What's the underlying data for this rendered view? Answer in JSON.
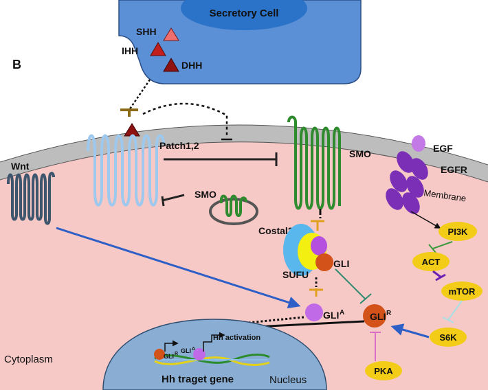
{
  "panel_label": "B",
  "secretory_cell": {
    "title": "Secretory Cell",
    "ligands": [
      "SHH",
      "IHH",
      "DHH"
    ]
  },
  "receptors": {
    "patch": "Patch1,2",
    "smo_membrane": "SMO",
    "smo_vesicle": "SMO",
    "wnt": "Wnt",
    "egf": "EGF",
    "egfr": "EGFR",
    "membrane": "Membrane"
  },
  "complex": {
    "costal2": "Costal2",
    "sufu": "SUFU",
    "gli": "GLI",
    "gli_active": "GLI",
    "gli_active_sup": "A",
    "gli_repressor": "GLI",
    "gli_repressor_sup": "R"
  },
  "pathway": {
    "pi3k": "PI3K",
    "act": "ACT",
    "mtor": "mTOR",
    "s6k": "S6K",
    "pka": "PKA"
  },
  "nucleus": {
    "label": "Nucleus",
    "gene": "Hh traget gene",
    "activation": "Hh activation",
    "gli_r": "GLI",
    "gli_r_sup": "R",
    "gli_a": "GLI",
    "gli_a_sup": "A"
  },
  "cytoplasm": "Cytoplasm",
  "colors": {
    "secretory": "#5b8fd6",
    "secretory_nucleus": "#2a73c9",
    "cytoplasm": "#f6c8c6",
    "membrane": "#b9b9b9",
    "nucleus": "#8aaed3",
    "patch": "#9ec9ee",
    "smo": "#2e8b2e",
    "wnt": "#3d566e",
    "egfr": "#7a2fb6",
    "pathway_node": "#f2cc17",
    "gli_orange": "#d2521a",
    "gli_purple": "#c06ae8",
    "sufu_blue": "#5ab7ee",
    "ligand_shh": "#ef6f6f",
    "ligand_ihh": "#c21e1e",
    "ligand_dhh": "#8e1212"
  }
}
